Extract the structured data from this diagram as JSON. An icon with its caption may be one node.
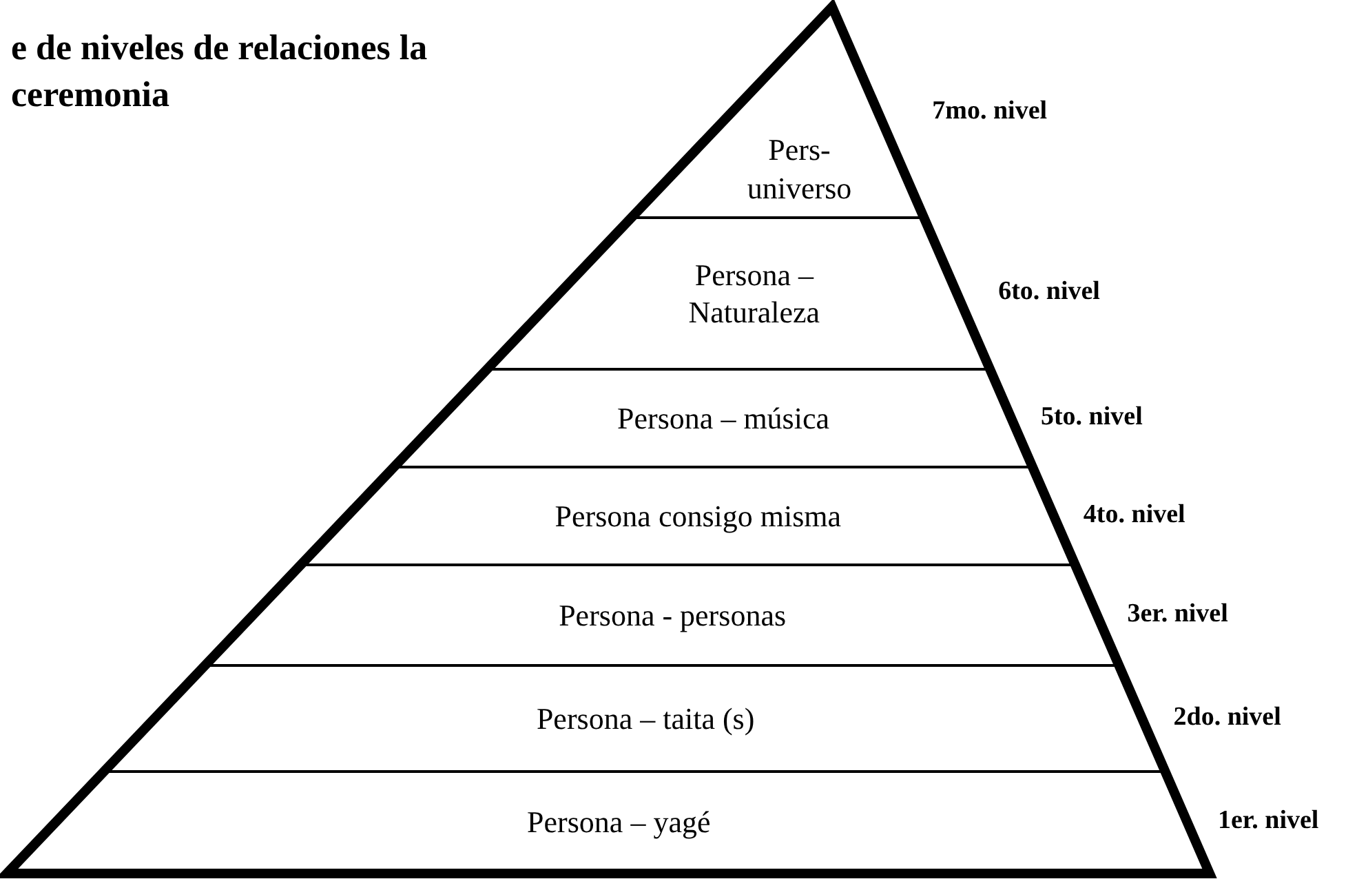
{
  "diagram": {
    "title": "e de niveles de relaciones la ceremonia",
    "nodes": [
      {
        "text": [
          "Pers- universo"
        ],
        "beside": [
          "7mo. nivel"
        ]
      },
      {
        "text": [
          "Persona – Naturaleza"
        ],
        "beside": [
          "6to. nivel"
        ]
      },
      {
        "text": [
          "Persona – música"
        ],
        "beside": [
          "5to. nivel"
        ]
      },
      {
        "text": [
          "Persona consigo misma"
        ],
        "beside": [
          "4to. nivel"
        ]
      },
      {
        "text": [
          "Persona - personas"
        ],
        "beside": [
          "3er. nivel"
        ]
      },
      {
        "text": [
          "Persona – taita (s)"
        ],
        "beside": [
          "2do. nivel"
        ]
      },
      {
        "text": [
          "Persona – yagé"
        ],
        "beside": [
          "1er. nivel"
        ]
      }
    ]
  }
}
